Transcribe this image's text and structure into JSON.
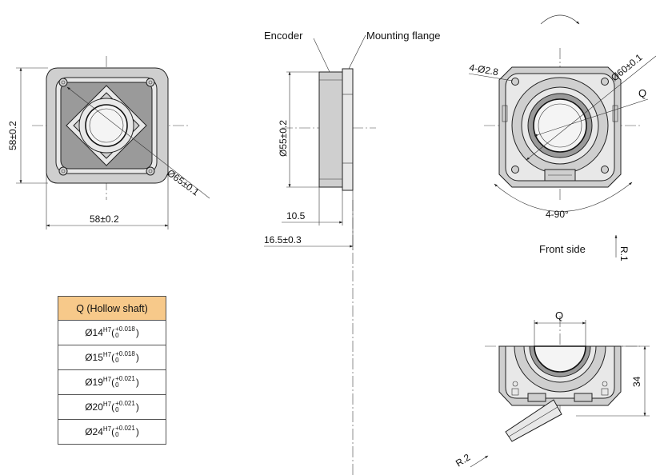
{
  "labels": {
    "encoder": "Encoder",
    "mounting_flange": "Mounting flange",
    "front_side": "Front side",
    "q_top": "Q",
    "q_bottom": "Q",
    "r1": "R.1",
    "r2": "R.2"
  },
  "dimensions": {
    "height_left": "58±0.2",
    "width_left": "58±0.2",
    "circle_left": "Ø65±0.1",
    "diameter_side": "Ø55±0.2",
    "depth_encoder": "10.5",
    "depth_total": "16.5±0.3",
    "holes": "4-Ø2.8",
    "circle_front": "Ø60±0.1",
    "angle": "4-90°",
    "height_bottom": "34"
  },
  "shaft_table": {
    "header": "Q (Hollow shaft)",
    "rows": [
      {
        "base": "Ø14",
        "fit": "H7",
        "upper": "+0.018",
        "lower": "0"
      },
      {
        "base": "Ø15",
        "fit": "H7",
        "upper": "+0.018",
        "lower": "0"
      },
      {
        "base": "Ø19",
        "fit": "H7",
        "upper": "+0.021",
        "lower": "0"
      },
      {
        "base": "Ø20",
        "fit": "H7",
        "upper": "+0.021",
        "lower": "0"
      },
      {
        "base": "Ø24",
        "fit": "H7",
        "upper": "+0.021",
        "lower": "0"
      }
    ]
  },
  "colors": {
    "table_header": "#f7c98a",
    "line": "#222222"
  }
}
